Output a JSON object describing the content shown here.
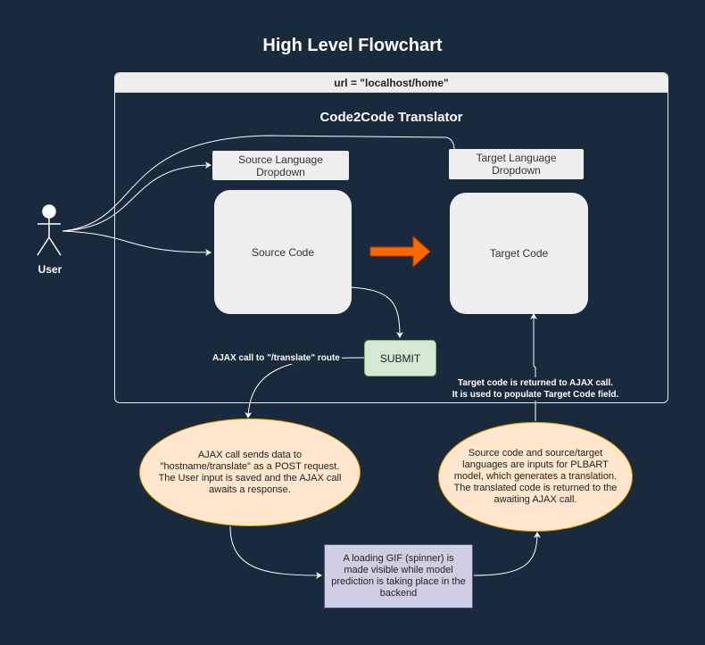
{
  "diagram": {
    "title": "High Level Flowchart",
    "url_bar": "url = \"localhost/home\"",
    "app_title": "Code2Code Translator",
    "source_dropdown_line1": "Source Language",
    "source_dropdown_line2": "Dropdown",
    "target_dropdown_line1": "Target Language",
    "target_dropdown_line2": "Dropdown",
    "source_code": "Source Code",
    "target_code": "Target Code",
    "submit": "SUBMIT",
    "user": "User",
    "ajax_call_label": "AJAX call to \"/translate\" route",
    "return_label_line1": "Target code is returned to AJAX call.",
    "return_label_line2": "It is used to populate Target Code field.",
    "ajax_ellipse": [
      "AJAX call sends data to",
      "\"hostname/translate\" as a POST request.",
      "The User input is saved and the AJAX call",
      "awaits a response."
    ],
    "model_ellipse": [
      "Source code and source/target",
      "languages are inputs for PLBART",
      "model, which generates a translation.",
      "The translated code is returned to the",
      "awaiting AJAX call."
    ],
    "spinner_box": [
      "A loading GIF (spinner) is",
      "made visible while model",
      "prediction is taking place in the",
      "backend"
    ]
  },
  "colors": {
    "background": "#182a3b",
    "box_fill": "#eeeeee",
    "submit_fill": "#d5e8d4",
    "ellipse_fill": "#ffe6cc",
    "spinner_fill": "#d0cee2",
    "big_arrow": "#fa6800"
  }
}
